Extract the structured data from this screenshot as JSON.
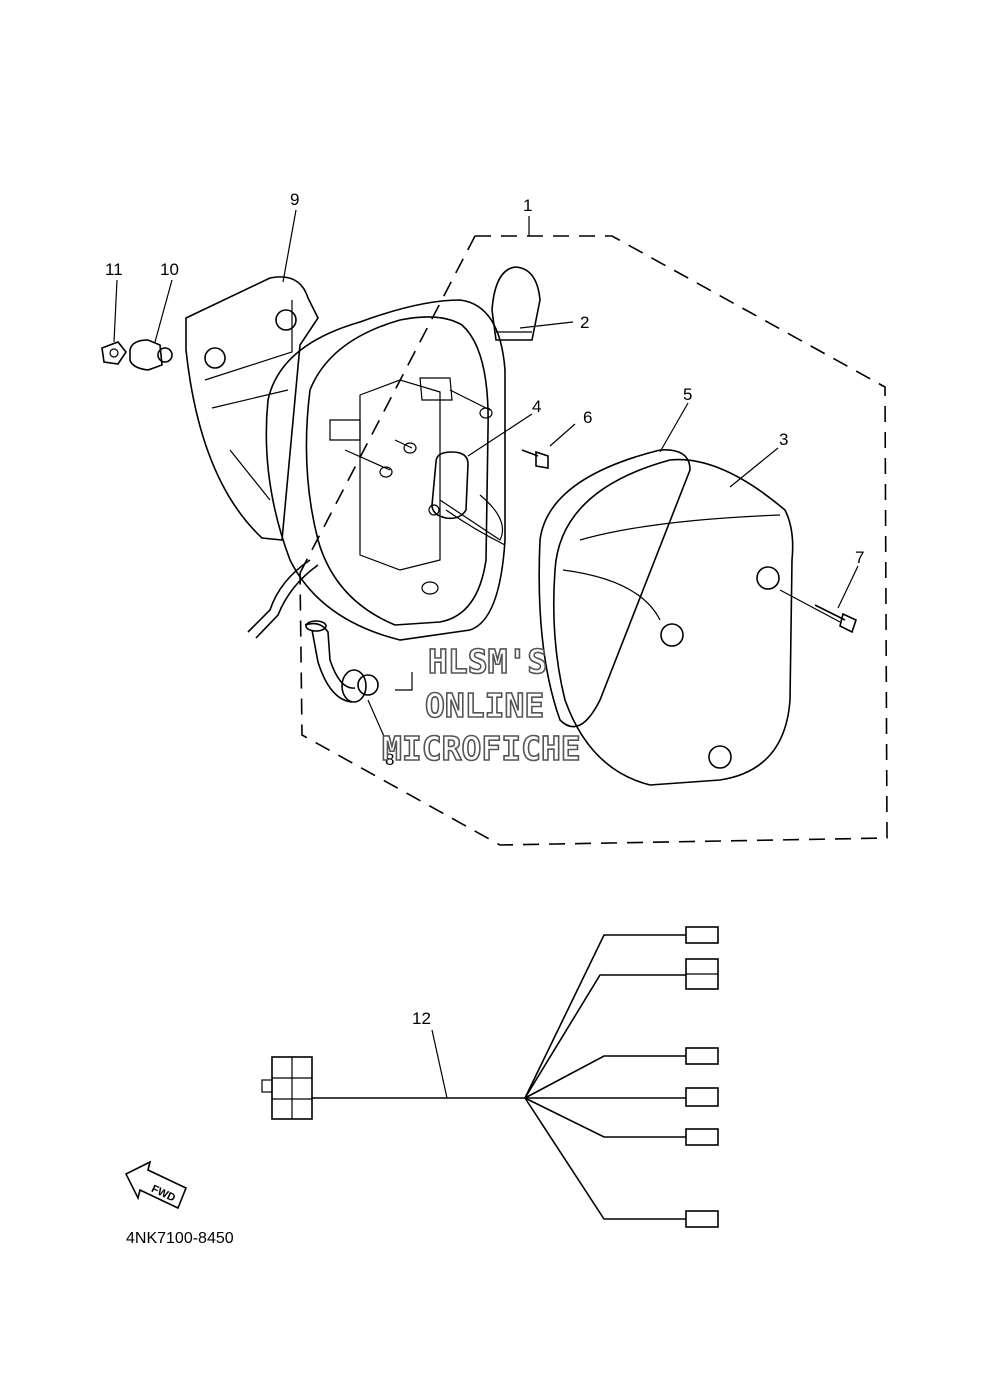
{
  "callouts": {
    "c1": "1",
    "c2": "2",
    "c3": "3",
    "c4": "4",
    "c5": "5",
    "c6": "6",
    "c7": "7",
    "c8": "8",
    "c9": "9",
    "c10": "10",
    "c11": "11",
    "c12": "12"
  },
  "watermark": {
    "line1": "HLSM'S",
    "line2": "ONLINE",
    "line3": "MICROFICHE"
  },
  "fwd_label": "FWD",
  "diagram_code": "4NK7100-8450"
}
